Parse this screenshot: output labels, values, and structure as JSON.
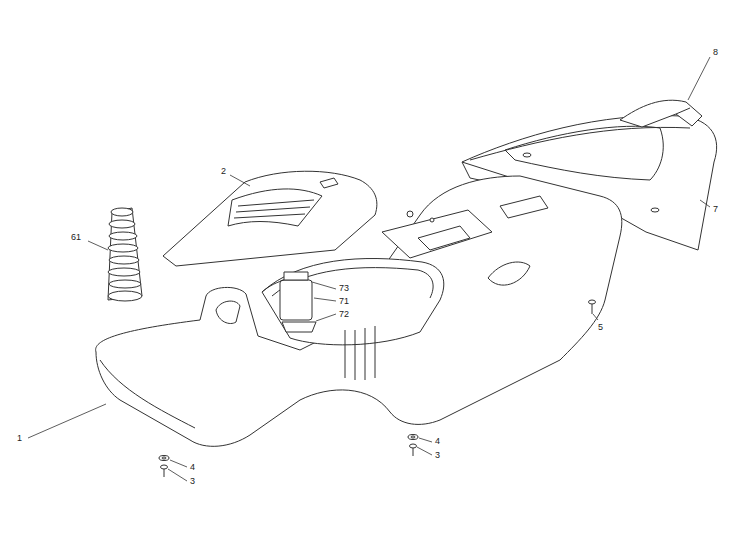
{
  "diagram": {
    "labels": [
      "8",
      "2",
      "61",
      "73",
      "71",
      "72",
      "5",
      "7",
      "1",
      "4",
      "3",
      "4",
      "3"
    ]
  }
}
